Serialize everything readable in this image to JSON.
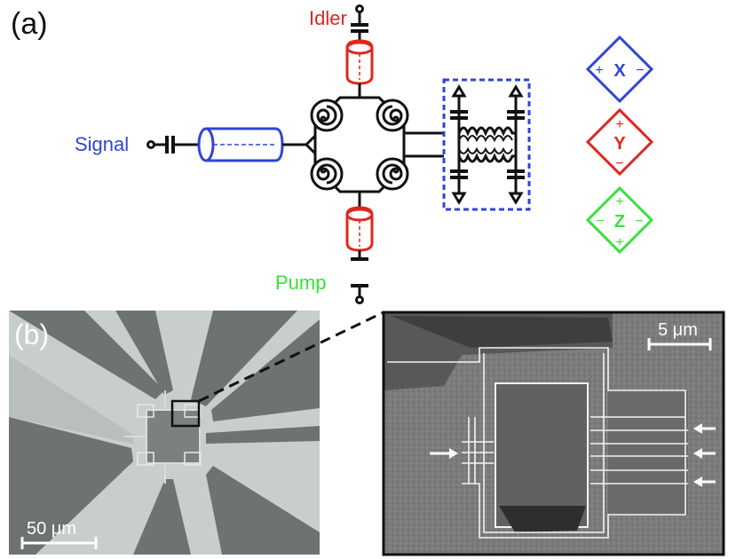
{
  "panel_a": {
    "label": "(a)",
    "ports": {
      "idler": "Idler",
      "signal": "Signal",
      "pump": "Pump"
    },
    "modes": [
      {
        "symbol": "X",
        "color": "#2f45d6",
        "marks": {
          "left": "+",
          "right": "−"
        }
      },
      {
        "symbol": "Y",
        "color": "#e0261e",
        "marks": {
          "top": "+",
          "bottom": "−"
        }
      },
      {
        "symbol": "Z",
        "color": "#39e03a",
        "marks": {
          "left": "−",
          "right": "−",
          "top": "+",
          "bottom": "+"
        }
      }
    ],
    "colors": {
      "idler": "#e0261e",
      "signal": "#2f45d6",
      "pump": "#39e03a",
      "circuit": "#111111",
      "box": "#2f45d6"
    }
  },
  "panel_b": {
    "label": "(b)",
    "scalebar_left": "50 μm",
    "scalebar_right": "5 μm"
  }
}
